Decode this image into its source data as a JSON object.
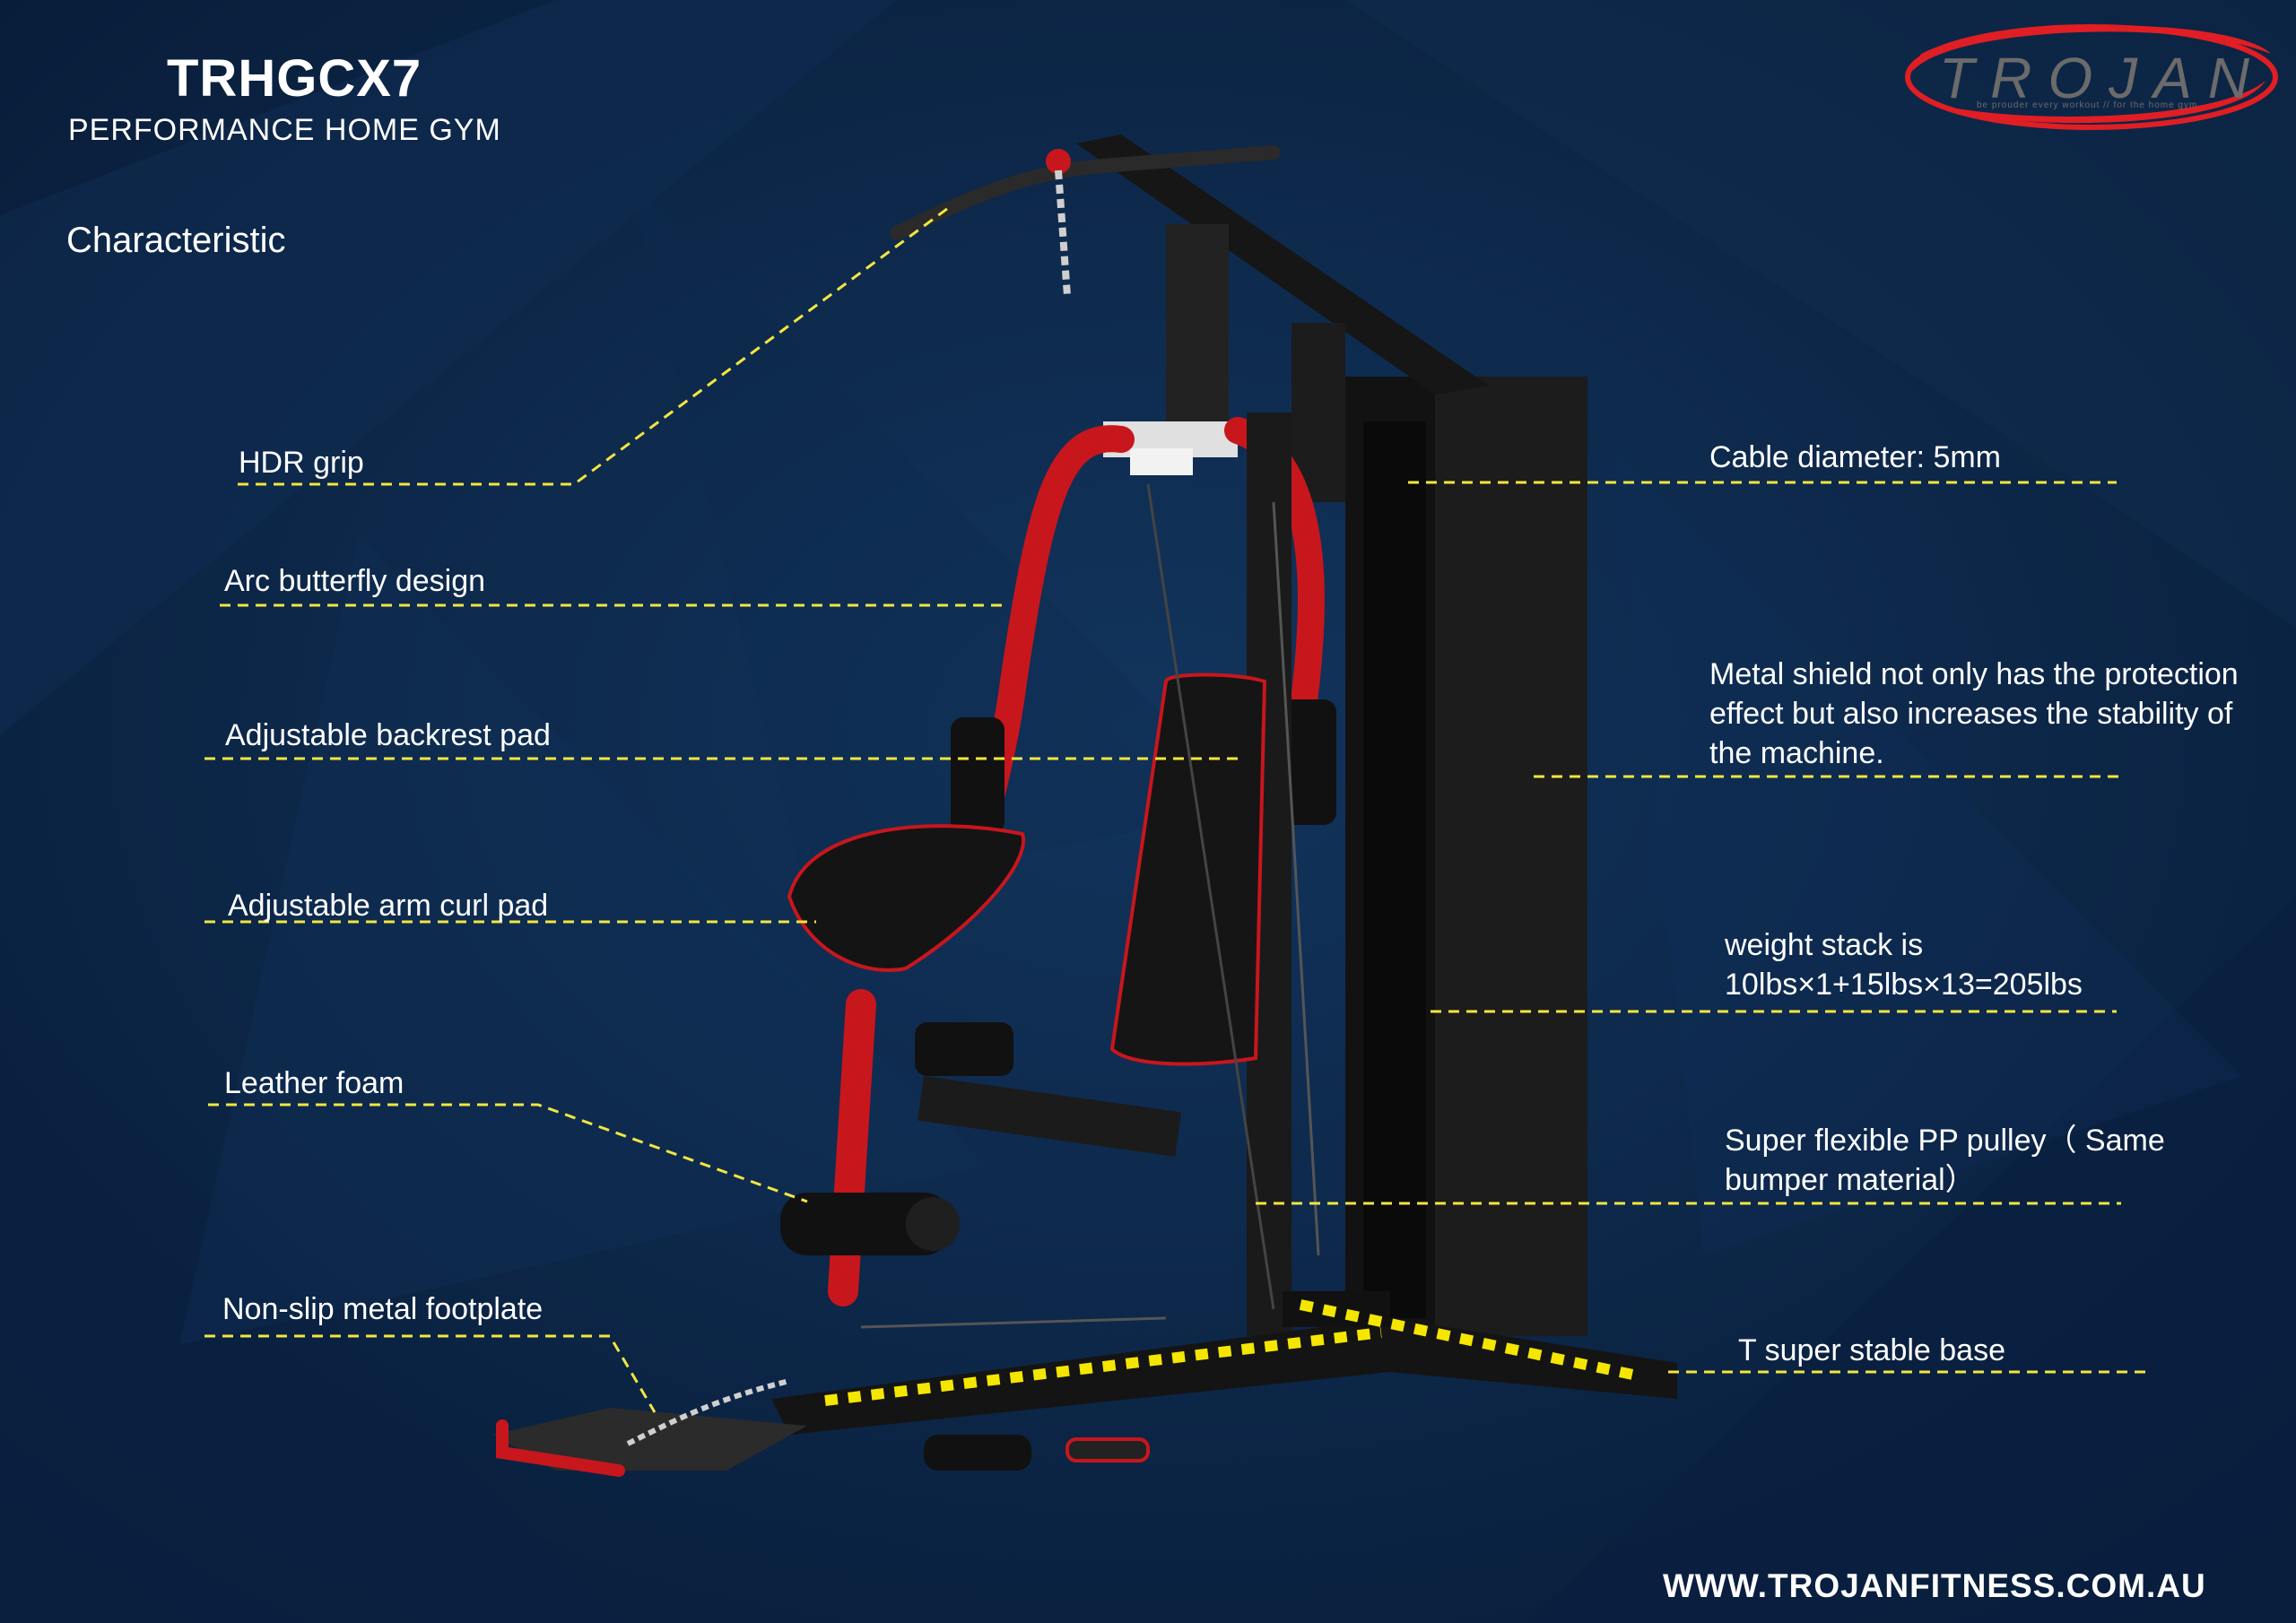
{
  "header": {
    "model": "TRHGCX7",
    "subtitle": "PERFORMANCE HOME GYM",
    "section": "Characteristic"
  },
  "brand": {
    "logo_text": "TROJAN",
    "tagline": "be prouder every workout  //  for the home gym",
    "logo_color": "#e01e24"
  },
  "features_left": [
    "HDR grip",
    "Arc butterfly design",
    "Adjustable backrest pad",
    "Adjustable arm curl pad",
    "Leather foam",
    "Non-slip metal footplate"
  ],
  "features_right": [
    "Cable diameter: 5mm",
    "Metal shield not only has the protection effect but also increases the stability of the machine.",
    "weight stack is\n10lbs×1+15lbs×13=205lbs",
    "Super  flexible PP pulley（ Same bumper material）",
    "T super  stable base"
  ],
  "footer": {
    "website": "WWW.TROJANFITNESS.COM.AU"
  },
  "colors": {
    "background": "#0c2546",
    "leader_line": "#f2e640",
    "frame": "#1a1a1a",
    "accent_red": "#c8161d",
    "stripe_yellow": "#f5e600"
  }
}
